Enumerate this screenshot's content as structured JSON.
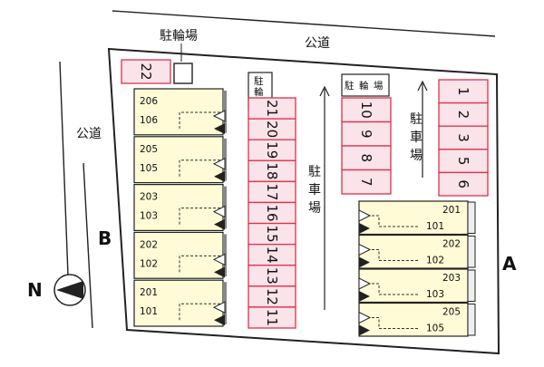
{
  "labels": {
    "bicycle_parking": "駐輪場",
    "public_road": "公道",
    "parking": "駐車場",
    "building_a": "A",
    "building_b": "B",
    "north": "N"
  },
  "parking_b_top": "22",
  "parking_left_column": [
    "21",
    "20",
    "19",
    "18",
    "17",
    "16",
    "15",
    "14",
    "13",
    "12",
    "11"
  ],
  "parking_middle_column": [
    "10",
    "9",
    "8",
    "7"
  ],
  "parking_right_column": [
    "1",
    "2",
    "3",
    "5",
    "6"
  ],
  "building_b_units": [
    {
      "upper": "206",
      "lower": "106"
    },
    {
      "upper": "205",
      "lower": "105"
    },
    {
      "upper": "203",
      "lower": "103"
    },
    {
      "upper": "202",
      "lower": "102"
    },
    {
      "upper": "201",
      "lower": "101"
    }
  ],
  "building_a_units": [
    {
      "upper": "201",
      "lower": "101"
    },
    {
      "upper": "202",
      "lower": "102"
    },
    {
      "upper": "203",
      "lower": "103"
    },
    {
      "upper": "205",
      "lower": "105"
    }
  ],
  "colors": {
    "parking_fill": "#fbe3ea",
    "parking_stroke": "#e0304a",
    "building_fill": "#fffbd6",
    "outline": "#222222"
  }
}
